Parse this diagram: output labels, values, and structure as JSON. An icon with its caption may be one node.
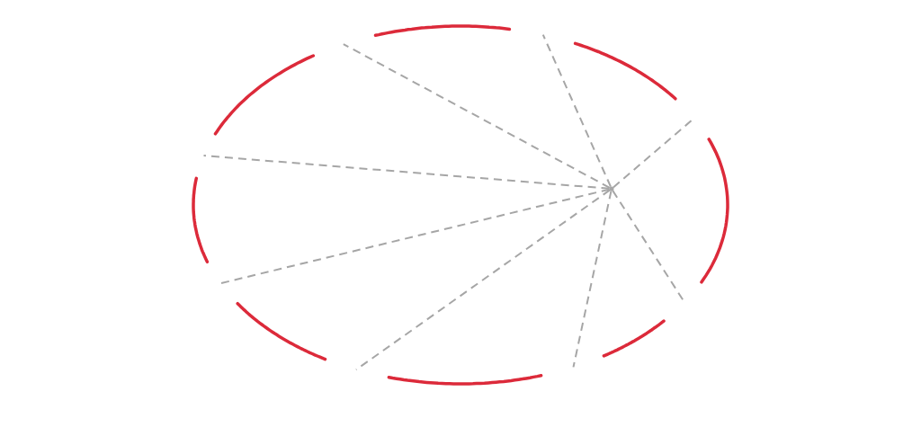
{
  "diagram": {
    "nodes": [
      {
        "text": [],
        "shape": "ellipse"
      },
      {
        "text": [],
        "shape": "point",
        "in": 0
      }
    ],
    "edges": [
      {
        "from": 1,
        "to": 0,
        "arrow": "none",
        "style": "dashed"
      },
      {
        "from": 1,
        "to": 0,
        "arrow": "none",
        "style": "dashed"
      },
      {
        "from": 1,
        "to": 0,
        "arrow": "none",
        "style": "dashed"
      },
      {
        "from": 1,
        "to": 0,
        "arrow": "none",
        "style": "dashed"
      },
      {
        "from": 1,
        "to": 0,
        "arrow": "none",
        "style": "dashed"
      },
      {
        "from": 1,
        "to": 0,
        "arrow": "none",
        "style": "dashed"
      },
      {
        "from": 1,
        "to": 0,
        "arrow": "none",
        "style": "dashed"
      },
      {
        "from": 1,
        "to": 0,
        "arrow": "none",
        "style": "dashed"
      }
    ]
  }
}
